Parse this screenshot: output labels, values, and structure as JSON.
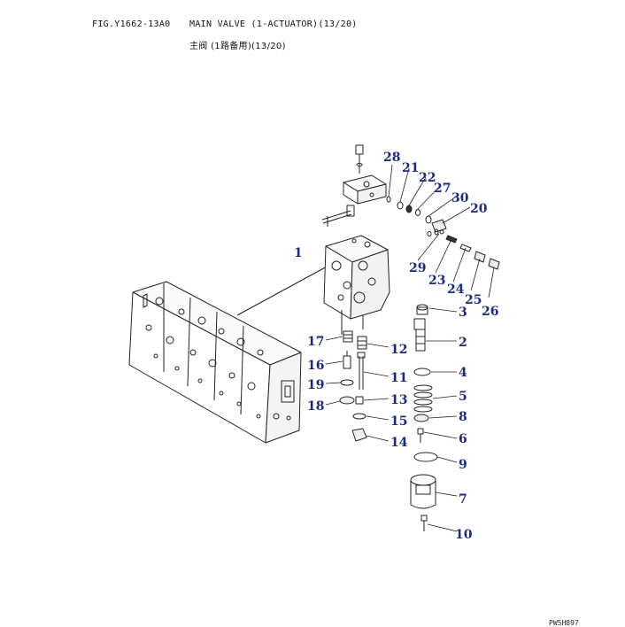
{
  "header": {
    "fig": "FIG.Y1662-13A0",
    "title": "MAIN VALVE (1-ACTUATOR)(13/20)",
    "title_cn": "主阀 (1路备用)(13/20)"
  },
  "footer": {
    "code": "PW5H897"
  },
  "callouts": [
    "1",
    "2",
    "3",
    "4",
    "5",
    "6",
    "7",
    "8",
    "9",
    "10",
    "11",
    "12",
    "13",
    "14",
    "15",
    "16",
    "17",
    "18",
    "19",
    "20",
    "21",
    "22",
    "23",
    "24",
    "25",
    "26",
    "27",
    "28",
    "29",
    "30"
  ],
  "colors": {
    "callout": "#1e2a78",
    "line": "#222222"
  }
}
